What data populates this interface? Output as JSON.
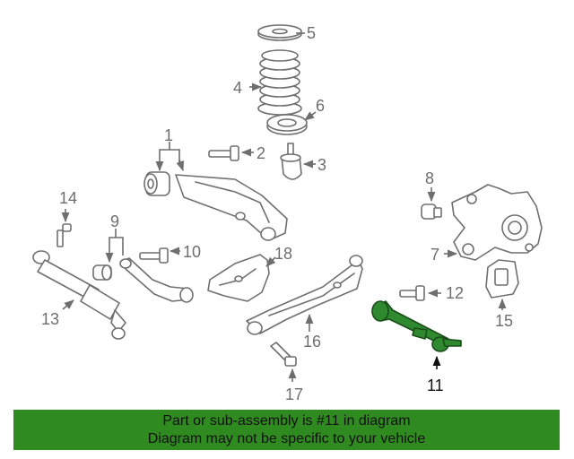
{
  "diagram": {
    "highlight_color": "#2f8a20",
    "highlighted_part": "11",
    "callouts": {
      "p1": "1",
      "p2": "2",
      "p3": "3",
      "p4": "4",
      "p5": "5",
      "p6": "6",
      "p7": "7",
      "p8": "8",
      "p9": "9",
      "p10": "10",
      "p11": "11",
      "p12": "12",
      "p13": "13",
      "p14": "14",
      "p15": "15",
      "p16": "16",
      "p17": "17",
      "p18": "18"
    }
  },
  "banner": {
    "line1": "Part or sub-assembly is #11 in diagram",
    "line2": "Diagram may not be specific to your vehicle"
  }
}
